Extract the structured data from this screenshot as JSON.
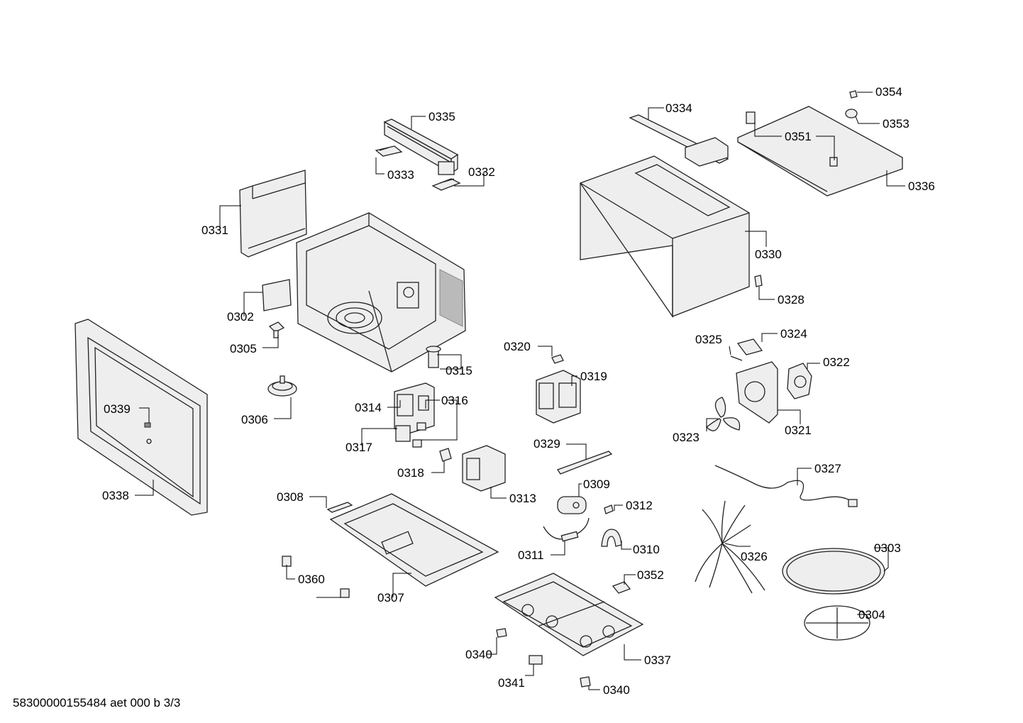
{
  "footer_text": "58300000155484 aet 000 b 3/3",
  "labels": {
    "p0335": "0335",
    "p0333": "0333",
    "p0332": "0332",
    "p0331": "0331",
    "p0302": "0302",
    "p0305": "0305",
    "p0306": "0306",
    "p0339": "0339",
    "p0338": "0338",
    "p0315": "0315",
    "p0314": "0314",
    "p0316": "0316",
    "p0317": "0317",
    "p0318": "0318",
    "p0320": "0320",
    "p0319": "0319",
    "p0313": "0313",
    "p0308": "0308",
    "p0307": "0307",
    "p0360": "0360",
    "p0329": "0329",
    "p0309": "0309",
    "p0312": "0312",
    "p0311": "0311",
    "p0310": "0310",
    "p0352": "0352",
    "p0337": "0337",
    "p0340a": "0340",
    "p0341": "0341",
    "p0340b": "0340",
    "p0334": "0334",
    "p0354": "0354",
    "p0353": "0353",
    "p0351": "0351",
    "p0336": "0336",
    "p0330": "0330",
    "p0328": "0328",
    "p0325": "0325",
    "p0324": "0324",
    "p0322": "0322",
    "p0323": "0323",
    "p0321": "0321",
    "p0327": "0327",
    "p0326": "0326",
    "p0303": "0303",
    "p0304": "0304"
  }
}
